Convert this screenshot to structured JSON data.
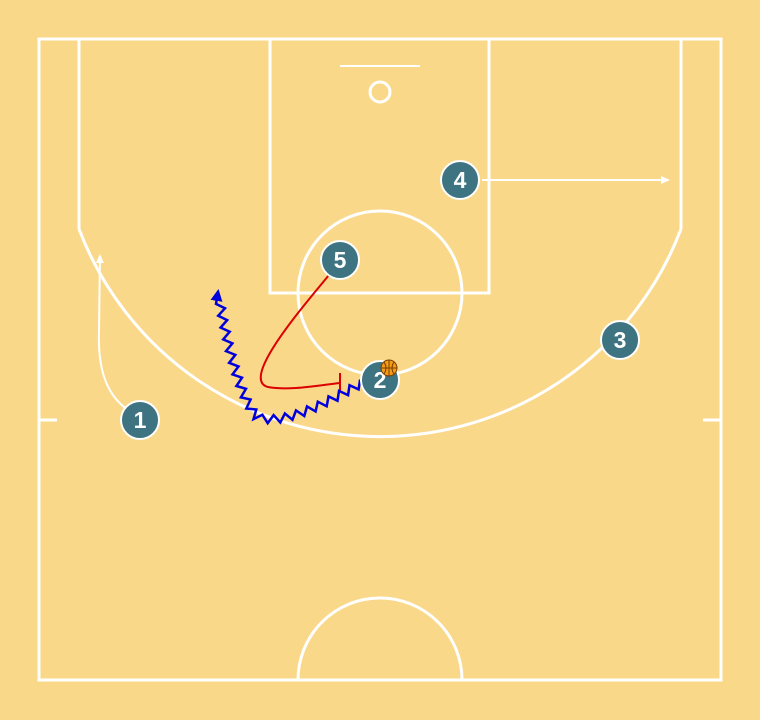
{
  "court": {
    "background_color": "#FAD889",
    "line_color": "#FFFFFF"
  },
  "players": [
    {
      "id": "player-1",
      "number": "1",
      "role": "offense"
    },
    {
      "id": "player-2",
      "number": "2",
      "role": "offense",
      "has_ball": true
    },
    {
      "id": "player-3",
      "number": "3",
      "role": "offense"
    },
    {
      "id": "player-4",
      "number": "4",
      "role": "offense"
    },
    {
      "id": "player-5",
      "number": "5",
      "role": "offense"
    }
  ],
  "player_style": {
    "fill": "#3E7381",
    "stroke": "#FFFFFF",
    "text_color": "#FFFFFF"
  },
  "ball": {
    "color": "#F39C1A",
    "seam_color": "#7A3E00",
    "holder": "2"
  },
  "actions": [
    {
      "type": "cut",
      "player": "1",
      "color": "#FFFFFF",
      "name": "cut-1"
    },
    {
      "type": "cut",
      "player": "4",
      "color": "#FFFFFF",
      "name": "cut-4"
    },
    {
      "type": "screen",
      "player": "5",
      "color": "#DD0000",
      "name": "screen-5"
    },
    {
      "type": "dribble",
      "player": "2",
      "color": "#0000DD",
      "name": "dribble-2"
    }
  ]
}
